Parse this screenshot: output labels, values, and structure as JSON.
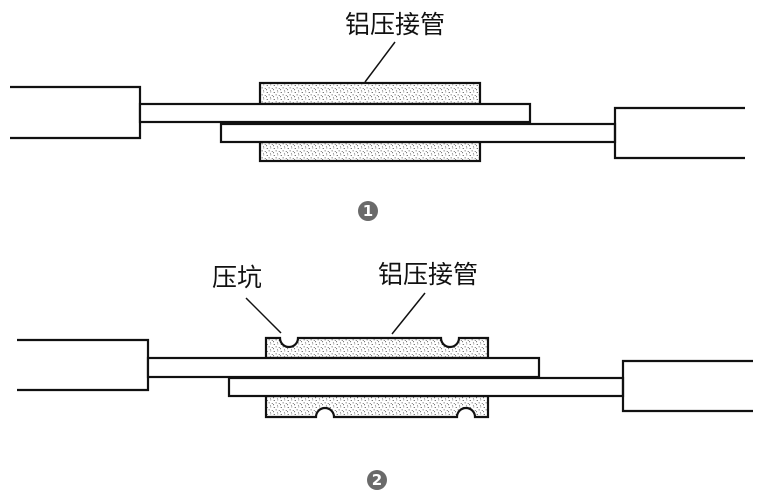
{
  "figure1": {
    "sleeve_label": "铝压接管",
    "step_number": "1"
  },
  "figure2": {
    "dent_label": "压坑",
    "sleeve_label": "铝压接管",
    "step_number": "2"
  },
  "colors": {
    "stroke": "#111111",
    "badge": "#6a6a6a",
    "background": "#ffffff"
  }
}
